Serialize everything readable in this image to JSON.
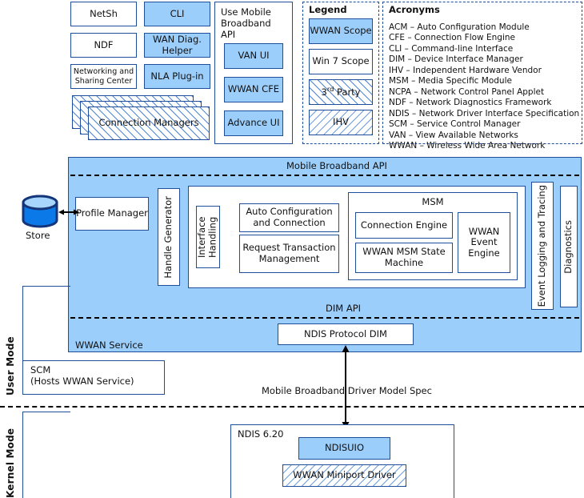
{
  "top_left_column": [
    {
      "label": "NetSh",
      "style": "plain"
    },
    {
      "label": "NDF",
      "style": "plain"
    },
    {
      "label": "Networking and Sharing Center",
      "style": "plain-small"
    }
  ],
  "top_mid_column": [
    {
      "label": "CLI",
      "style": "blue"
    },
    {
      "label": "WAN Diag. Helper",
      "style": "blue"
    },
    {
      "label": "NLA Plug-in",
      "style": "blue"
    }
  ],
  "connection_managers": {
    "label": "Connection Managers",
    "style": "3rd-party"
  },
  "use_api_group": {
    "title": "Use Mobile Broadband API",
    "items": [
      {
        "label": "VAN UI",
        "style": "blue"
      },
      {
        "label": "WWAN CFE",
        "style": "blue"
      },
      {
        "label": "Advance UI",
        "style": "blue"
      }
    ]
  },
  "legend": {
    "title": "Legend",
    "items": [
      {
        "label": "WWAN Scope",
        "style": "blue"
      },
      {
        "label": "Win 7 Scope",
        "style": "plain"
      },
      {
        "label": "3rd Party",
        "style": "3rd-party",
        "sup": "rd",
        "pre": "3",
        "post": " Party"
      },
      {
        "label": "IHV",
        "style": "ihv"
      }
    ]
  },
  "acronyms": {
    "title": "Acronyms",
    "items": [
      "ACM – Auto Configuration Module",
      "CFE – Connection Flow Engine",
      "CLI – Command-line Interface",
      "DIM – Device Interface Manager",
      "IHV – Independent Hardware Vendor",
      "MSM – Media Specific Module",
      "NCPA – Network Control Panel Applet",
      "NDF – Network Diagnostics Framework",
      "NDIS – Network Driver Interface Specification",
      "SCM – Service Control Manager",
      "VAN – View Available Networks",
      "WWAN – Wireless Wide Area Network"
    ]
  },
  "store": {
    "label": "Store"
  },
  "service_panel": {
    "api_label": "Mobile Broadband API",
    "dim_api_label": "DIM API",
    "service_label": "WWAN Service",
    "profile_manager": "Profile Manager",
    "handle_generator": "Handle Generator",
    "interface_handling": "Interface Handling",
    "auto_config": "Auto Configuration and Connection",
    "request_txn": "Request Transaction Management",
    "msm": {
      "title": "MSM",
      "connection_engine": "Connection Engine",
      "state_machine": "WWAN MSM State Machine",
      "event_engine": "WWAN Event Engine"
    },
    "event_logging": "Event Logging and Tracing",
    "diagnostics": "Diagnostics",
    "ndis_protocol_dim": "NDIS Protocol DIM"
  },
  "scm": {
    "line1": "SCM",
    "line2": "(Hosts WWAN Service)"
  },
  "modes": {
    "user": "User Mode",
    "kernel": "Kernel Mode"
  },
  "driver_spec_label": "Mobile Broadband Driver Model Spec",
  "kernel_group": {
    "title": "NDIS 6.20",
    "ndisuio": "NDISUIO",
    "miniport": "WWAN Miniport Driver"
  },
  "colors": {
    "wwan_blue": "#9ccefb",
    "border_blue": "#1f4e9c",
    "store_body": "#0b7ae8",
    "store_top": "#a8d5fb"
  }
}
